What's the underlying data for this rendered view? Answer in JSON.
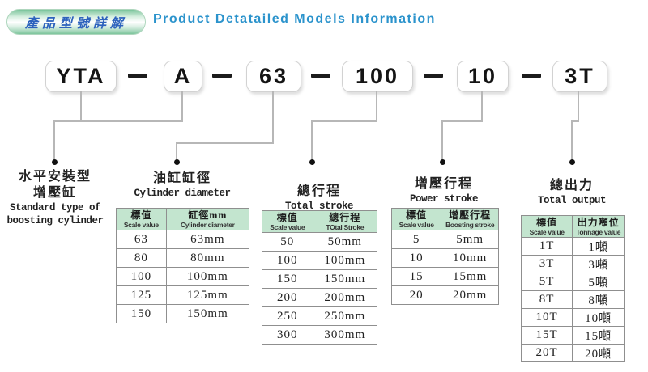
{
  "header": {
    "badge": "產品型號詳解",
    "title": "Product Detatailed Models Information"
  },
  "model": {
    "segments": [
      "YTA",
      "A",
      "63",
      "100",
      "10",
      "3T"
    ]
  },
  "groups": [
    {
      "zh1": "水平安裝型",
      "zh2": "增壓缸",
      "en1": "Standard type of",
      "en2": "boosting cylinder"
    },
    {
      "zh": "油缸缸徑",
      "en": "Cylinder diameter",
      "header": {
        "c1zh": "標值",
        "c1en": "Scale value",
        "c2zh": "缸徑mm",
        "c2en": "Cylinder diameter"
      },
      "rows": [
        [
          "63",
          "63mm"
        ],
        [
          "80",
          "80mm"
        ],
        [
          "100",
          "100mm"
        ],
        [
          "125",
          "125mm"
        ],
        [
          "150",
          "150mm"
        ]
      ]
    },
    {
      "zh": "總行程",
      "en": "Total stroke",
      "header": {
        "c1zh": "標值",
        "c1en": "Scale value",
        "c2zh": "總行程",
        "c2en": "TOtal Stroke"
      },
      "rows": [
        [
          "50",
          "50mm"
        ],
        [
          "100",
          "100mm"
        ],
        [
          "150",
          "150mm"
        ],
        [
          "200",
          "200mm"
        ],
        [
          "250",
          "250mm"
        ],
        [
          "300",
          "300mm"
        ]
      ]
    },
    {
      "zh": "增壓行程",
      "en": "Power stroke",
      "header": {
        "c1zh": "標值",
        "c1en": "Scale value",
        "c2zh": "增壓行程",
        "c2en": "Boosting stroke"
      },
      "rows": [
        [
          "5",
          "5mm"
        ],
        [
          "10",
          "10mm"
        ],
        [
          "15",
          "15mm"
        ],
        [
          "20",
          "20mm"
        ]
      ]
    },
    {
      "zh": "總出力",
      "en": "Total output",
      "header": {
        "c1zh": "標值",
        "c1en": "Scale value",
        "c2zh": "出力噸位",
        "c2en": "Tonnage value"
      },
      "rows": [
        [
          "1T",
          "1噸"
        ],
        [
          "3T",
          "3噸"
        ],
        [
          "5T",
          "5噸"
        ],
        [
          "8T",
          "8噸"
        ],
        [
          "10T",
          "10噸"
        ],
        [
          "15T",
          "15噸"
        ],
        [
          "20T",
          "20噸"
        ]
      ]
    }
  ],
  "colors": {
    "accent_blue": "#2b93cc",
    "badge_text_blue": "#2d62bd",
    "table_header_green": "#c3e5cf"
  }
}
